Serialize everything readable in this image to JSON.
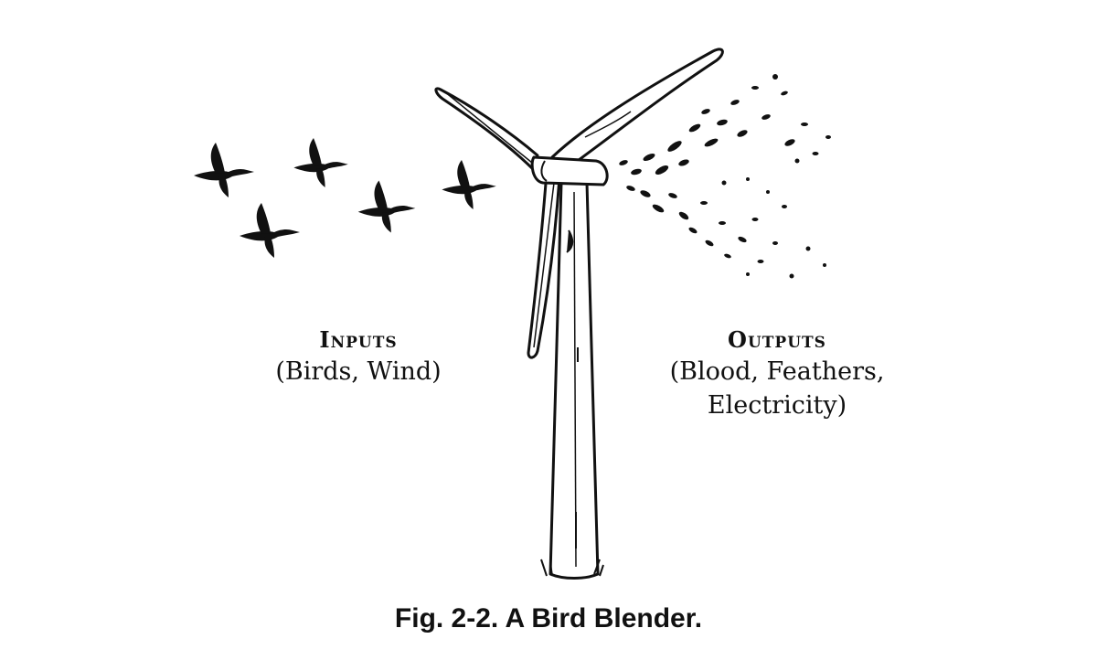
{
  "inputs": {
    "heading": "Inputs",
    "items": "(Birds, Wind)"
  },
  "outputs": {
    "heading": "Outputs",
    "line1": "(Blood, Feathers,",
    "line2": "Electricity)"
  },
  "caption": "Fig. 2-2. A Bird Blender.",
  "colors": {
    "ink": "#111111",
    "background": "#ffffff"
  },
  "icons": [
    "goose-icon",
    "wind-turbine-icon",
    "splatter-icon"
  ]
}
